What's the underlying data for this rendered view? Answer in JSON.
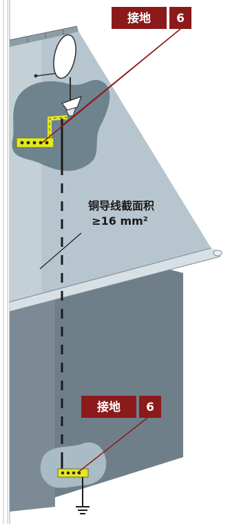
{
  "labels": {
    "top": {
      "text": "接地",
      "number": "6"
    },
    "bottom": {
      "text": "接地",
      "number": "6"
    }
  },
  "callout": {
    "line1": "铜导线截面积",
    "line2": "≥16 mm²"
  },
  "colors": {
    "label_bg": "#8b1a1a",
    "label_text": "#ffffff",
    "roof_light": "#b7c6ce",
    "wall_dark": "#6f7f8a",
    "stain": "#6f838e",
    "busbar": "#e3e821",
    "conductor": "#1a1a1a"
  },
  "icons": [
    "satellite-dish-icon",
    "ground-symbol-icon"
  ]
}
